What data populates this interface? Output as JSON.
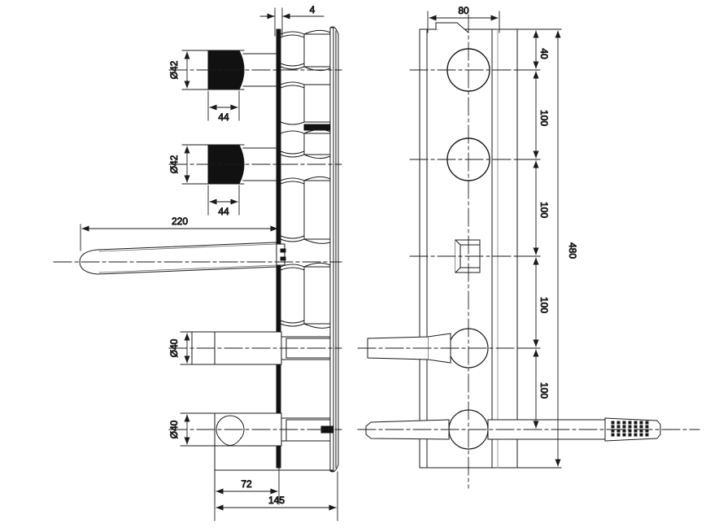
{
  "drawing": {
    "title": "Wall-mounted bath/shower mixer set — technical dimension drawing",
    "units": "mm",
    "line_color": "#1a1a1a",
    "fill_black": "#111111",
    "background": "#ffffff",
    "views": [
      {
        "name": "side-section-view",
        "label": ""
      },
      {
        "name": "front-elevation-view",
        "label": ""
      }
    ]
  },
  "dimensions": {
    "side_view": {
      "handle_upper_diameter": "Ø42",
      "handle_lower_diameter": "Ø42",
      "handle_upper_length": "44",
      "handle_lower_length": "44",
      "spout_projection": "220",
      "diverter_diameter": "Ø40",
      "shower_holder_diameter": "Ø40",
      "plate_thickness": "4",
      "offset_72": "72",
      "overall_depth": "145"
    },
    "front_view": {
      "plate_width": "80",
      "top_to_first_center": "40",
      "spacing_1": "100",
      "spacing_2": "100",
      "spacing_3": "100",
      "overall_height": "480"
    }
  },
  "labels": {
    "d42_upper": "Ø42",
    "d42_lower": "Ø42",
    "len44_upper": "44",
    "len44_lower": "44",
    "spout220": "220",
    "d40_upper": "Ø40",
    "d40_lower": "Ø40",
    "thickness4": "4",
    "dim72": "72",
    "dim145": "145",
    "width80": "80",
    "v40": "40",
    "v100_a": "100",
    "v100_b": "100",
    "v100_c": "100",
    "height480": "480"
  },
  "components": [
    {
      "name": "upper-control-handle",
      "type": "knob",
      "finish": "black"
    },
    {
      "name": "lower-control-handle",
      "type": "knob",
      "finish": "black"
    },
    {
      "name": "bath-spout",
      "type": "spout"
    },
    {
      "name": "diverter-lever",
      "type": "lever"
    },
    {
      "name": "hand-shower-holder",
      "type": "bracket"
    },
    {
      "name": "hand-shower-head",
      "type": "shower-head"
    },
    {
      "name": "concealed-valve-body",
      "type": "body"
    },
    {
      "name": "back-plate",
      "type": "plate"
    }
  ]
}
